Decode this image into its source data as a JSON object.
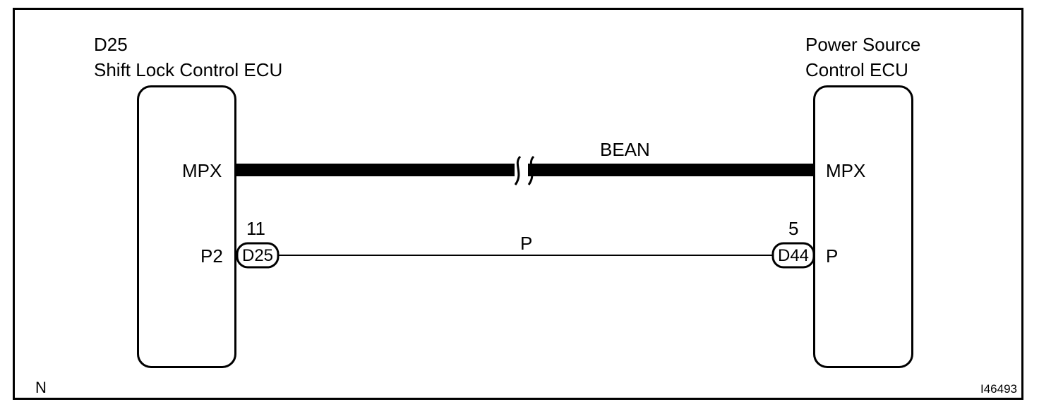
{
  "left_ecu": {
    "code": "D25",
    "name": "Shift Lock Control ECU",
    "terminal_mpx": "MPX",
    "terminal_p2": "P2",
    "connector": "D25",
    "pin": "11"
  },
  "right_ecu": {
    "name_line1": "Power Source",
    "name_line2": "Control ECU",
    "terminal_mpx": "MPX",
    "terminal_p": "P",
    "connector": "D44",
    "pin": "5"
  },
  "wires": {
    "bus_label": "BEAN",
    "signal_label": "P"
  },
  "footer": {
    "left_mark": "N",
    "figure_id": "I46493"
  },
  "colors": {
    "line": "#000000",
    "background": "#ffffff"
  }
}
